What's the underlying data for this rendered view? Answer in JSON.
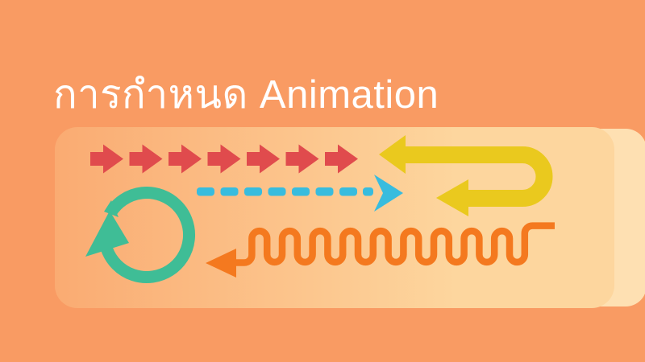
{
  "header": {
    "title": "การกำหนด Animation"
  },
  "colors": {
    "background": "#F99B63",
    "panel_left": "#FAAB72",
    "panel_right": "#FDD69E",
    "panel_back": "#FEE0B2",
    "title": "#FFFFFF",
    "red": "#E04B4D",
    "teal": "#3FBD96",
    "cyan": "#38BCDE",
    "yellow": "#EAC91E",
    "orange": "#F4791F"
  },
  "icons": {
    "appear_arrows": {
      "label": "red-arrows-right",
      "count": 7
    },
    "loop_arrow": {
      "label": "teal-loop-arrow-counterclockwise"
    },
    "dashed_arrow": {
      "label": "cyan-dashed-arrow-right",
      "dash_count": 8
    },
    "uturn_arrow": {
      "label": "yellow-u-turn-arrow-left"
    },
    "zigzag_arrow": {
      "label": "orange-zigzag-arrow-left"
    }
  }
}
